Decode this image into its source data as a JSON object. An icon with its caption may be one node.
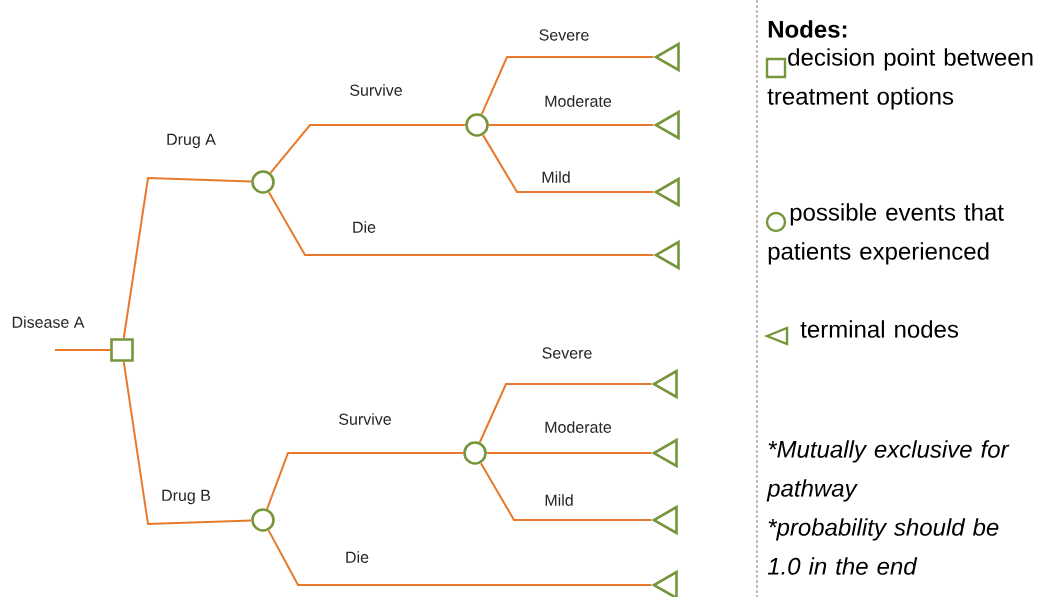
{
  "diagram": {
    "nodes": [
      {
        "text": [],
        "shape": "box"
      },
      {
        "text": [],
        "shape": "circle"
      },
      {
        "text": [],
        "shape": "circle"
      },
      {
        "text": [],
        "shape": "triangle"
      },
      {
        "text": [],
        "shape": "triangle"
      },
      {
        "text": [],
        "shape": "triangle"
      },
      {
        "text": [],
        "shape": "triangle"
      },
      {
        "text": [],
        "shape": "circle"
      },
      {
        "text": [],
        "shape": "circle"
      },
      {
        "text": [],
        "shape": "triangle"
      },
      {
        "text": [],
        "shape": "triangle"
      },
      {
        "text": [],
        "shape": "triangle"
      },
      {
        "text": [],
        "shape": "triangle"
      }
    ],
    "edges": [
      {
        "from": null,
        "to": 0,
        "arrow": "none",
        "label": "Disease A"
      },
      {
        "from": 0,
        "to": 1,
        "arrow": "none",
        "label": "Drug A"
      },
      {
        "from": 1,
        "to": 2,
        "arrow": "none",
        "label": "Survive"
      },
      {
        "from": 2,
        "to": 3,
        "arrow": "none",
        "label": "Severe"
      },
      {
        "from": 2,
        "to": 4,
        "arrow": "none",
        "label": "Moderate"
      },
      {
        "from": 2,
        "to": 5,
        "arrow": "none",
        "label": "Mild"
      },
      {
        "from": 1,
        "to": 6,
        "arrow": "none",
        "label": "Die"
      },
      {
        "from": 0,
        "to": 7,
        "arrow": "none",
        "label": "Drug B"
      },
      {
        "from": 7,
        "to": 8,
        "arrow": "none",
        "label": "Survive"
      },
      {
        "from": 8,
        "to": 9,
        "arrow": "none",
        "label": "Severe"
      },
      {
        "from": 8,
        "to": 10,
        "arrow": "none",
        "label": "Moderate"
      },
      {
        "from": 8,
        "to": 11,
        "arrow": "none",
        "label": "Mild"
      },
      {
        "from": 7,
        "to": 12,
        "arrow": "none",
        "label": "Die"
      }
    ],
    "labels": [
      "Nodes:",
      "*Mutually exclusive for pathway",
      "*probability should be 1.0 in the end"
    ],
    "legend": [
      {
        "text": "decision point between treatment options"
      },
      {
        "text": "possible events that patients experienced"
      },
      {
        "text": "terminal nodes"
      }
    ]
  }
}
